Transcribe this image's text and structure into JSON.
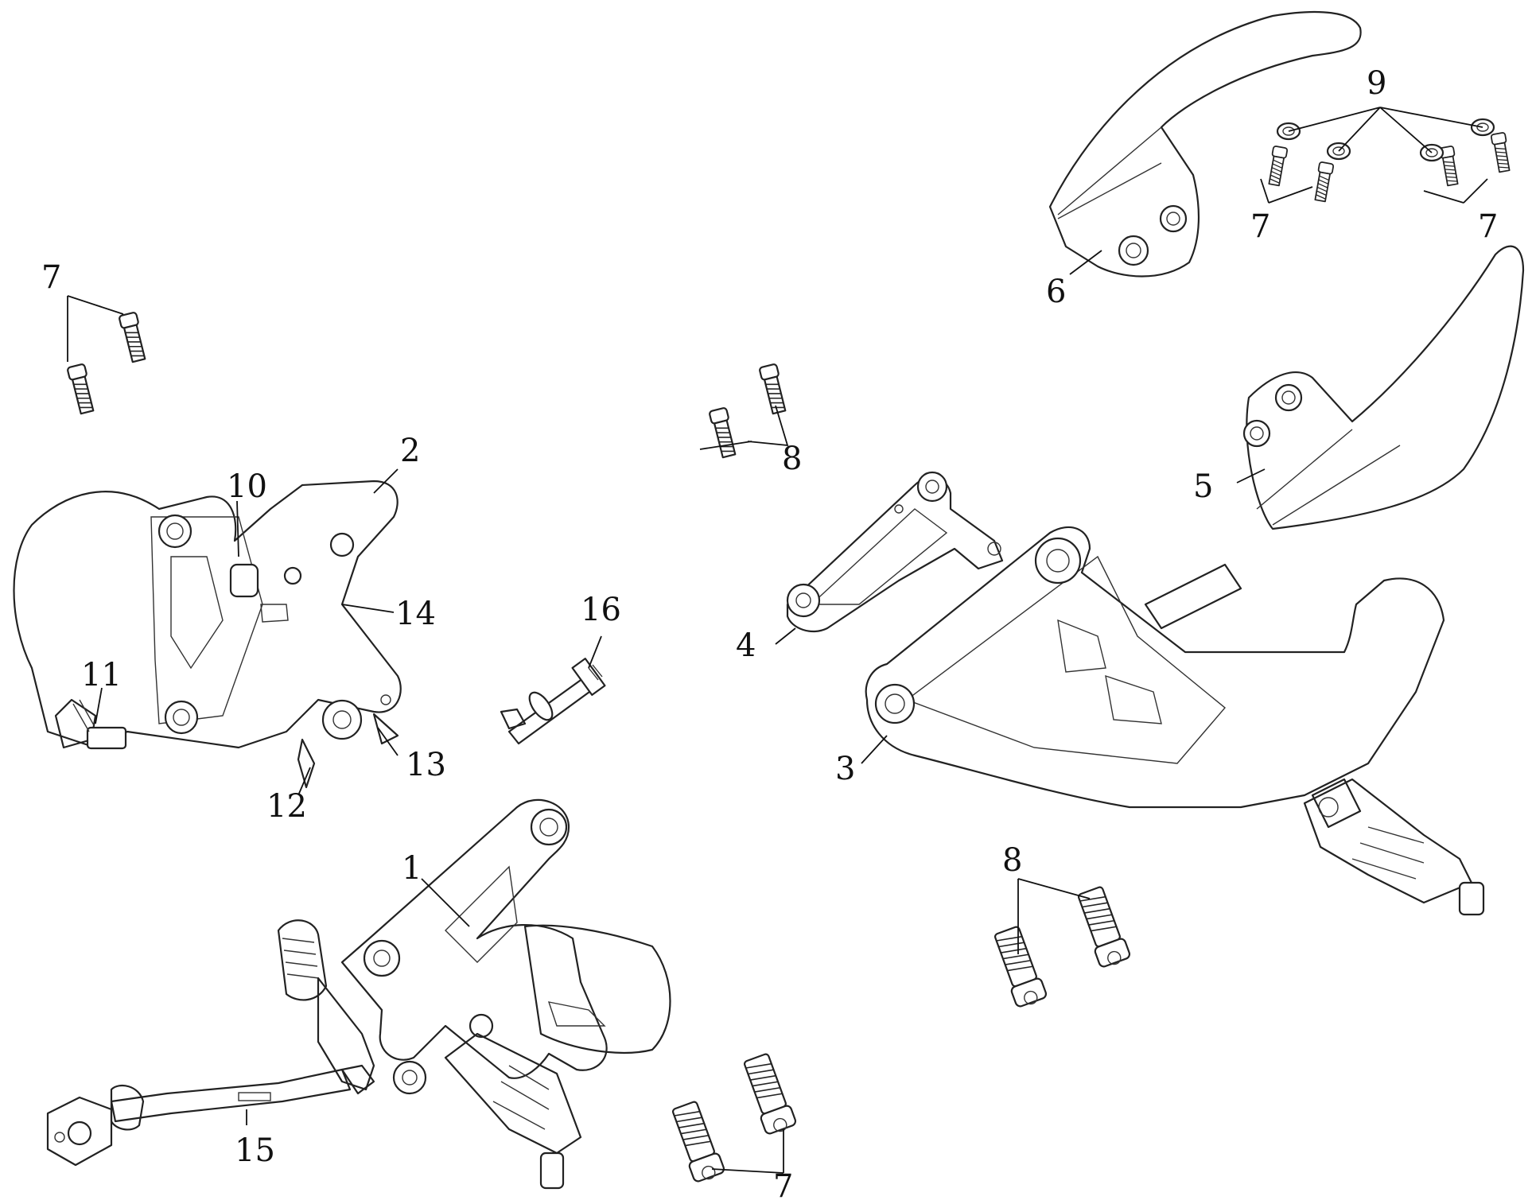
{
  "diagram": {
    "callouts": {
      "c1": "1",
      "c2": "2",
      "c3": "3",
      "c4": "4",
      "c5": "5",
      "c6": "6",
      "c7a": "7",
      "c7b": "7",
      "c7c": "7",
      "c7d": "7",
      "c8a": "8",
      "c8b": "8",
      "c9": "9",
      "c10": "10",
      "c11": "11",
      "c12": "12",
      "c13": "13",
      "c14": "14",
      "c15": "15",
      "c16": "16"
    }
  }
}
